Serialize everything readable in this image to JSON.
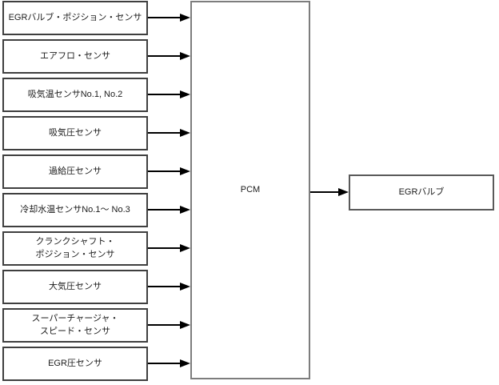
{
  "diagram": {
    "title": "EGR control block diagram",
    "inputs": [
      {
        "label": "EGRバルブ・ポジション・センサ"
      },
      {
        "label": "エアフロ・センサ"
      },
      {
        "label": "吸気温センサNo.1, No.2"
      },
      {
        "label": "吸気圧センサ"
      },
      {
        "label": "過給圧センサ"
      },
      {
        "label": "冷却水温センサNo.1〜 No.3"
      },
      {
        "label": "クランクシャフト・\nポジション・センサ"
      },
      {
        "label": "大気圧センサ"
      },
      {
        "label": "スーパーチャージャ・\nスピード・センサ"
      },
      {
        "label": "EGR圧センサ"
      }
    ],
    "controller": {
      "label": "PCM"
    },
    "output": {
      "label": "EGRバルブ"
    },
    "colors": {
      "background": "#ffffff",
      "sensor_box_border": "#3f3f3f",
      "pcm_box_border": "#7d7d7d",
      "output_box_border": "#5a5a5a",
      "arrow": "#000000",
      "text": "#1c1c1c"
    }
  }
}
